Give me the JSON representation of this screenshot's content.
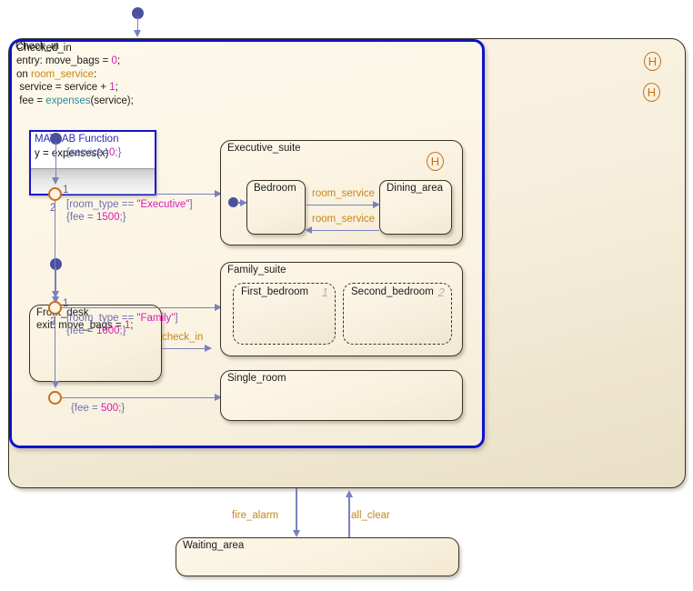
{
  "diagram": {
    "type": "stateflow-chart",
    "title": "Check_in",
    "colors": {
      "state_fill": "#faf2e0",
      "state_border": "#3a3228",
      "subchart_border": "#0b13cf",
      "transition_line": "#7b80bc",
      "event_text": "#c8861a",
      "literal_text": "#d918b8",
      "function_text": "#2f8a99",
      "junction": "#c8701a",
      "default_dot": "#4a4f9e",
      "canvas": "#ffffff"
    }
  },
  "check_in": {
    "name": "Check_in",
    "history_icon": "H"
  },
  "matlab_function": {
    "title": "MATLAB Function",
    "signature": "y = expenses(x)",
    "icon": "matlab-function-icon"
  },
  "front_desk": {
    "name": "Front_desk",
    "action": "exit: move_bags = 1;"
  },
  "checked_in": {
    "name": "Checked_in",
    "history_icon": "H",
    "actions": [
      {
        "text": "entry: move_bags = ",
        "value": "0",
        "tail": ";"
      },
      {
        "text": "on ",
        "event": "room_service",
        "tail": ":"
      },
      {
        "text": "  service = service + ",
        "value": "1",
        "tail": ";"
      },
      {
        "text": "  fee = ",
        "fn": "expenses",
        "tail": "(service);"
      }
    ],
    "entry_action_label": "entry: move_bags = 0;",
    "on_event_label": "on room_service:",
    "service_label": " service = service + 1;",
    "fee_label": " fee = expenses(service);"
  },
  "junctions": {
    "default_action": "{service=0;}",
    "j1": {
      "out1": "1",
      "out2": "2",
      "condition": "[room_type == \"Executive\"]",
      "action": "{fee = 1500;}",
      "cond_prefix": "[room_type == ",
      "cond_value": "\"Executive\"",
      "cond_suffix": "]",
      "fee_prefix": "{fee = ",
      "fee_value": "1500",
      "fee_suffix": ";}"
    },
    "j2": {
      "out1": "1",
      "out2": "2",
      "condition": "[room_type == \"Family\"]",
      "action": "{fee = 1000;}",
      "cond_prefix": "[room_type == ",
      "cond_value": "\"Family\"",
      "cond_suffix": "]",
      "fee_prefix": "{fee = ",
      "fee_value": "1000",
      "fee_suffix": ";}"
    },
    "j3": {
      "action": "{fee = 500;}",
      "fee_prefix": "{fee = ",
      "fee_value": "500",
      "fee_suffix": ";}"
    }
  },
  "executive_suite": {
    "name": "Executive_suite",
    "history_icon": "H",
    "bedroom": "Bedroom",
    "dining_area": "Dining_area",
    "transition_to_dining": "room_service",
    "transition_to_bedroom": "room_service"
  },
  "family_suite": {
    "name": "Family_suite",
    "first_bedroom": {
      "name": "First_bedroom",
      "order": "1"
    },
    "second_bedroom": {
      "name": "Second_bedroom",
      "order": "2"
    }
  },
  "single_room": {
    "name": "Single_room"
  },
  "waiting_area": {
    "name": "Waiting_area"
  },
  "transitions": {
    "check_in": "check_in",
    "fire_alarm": "fire_alarm",
    "all_clear": "all_clear"
  }
}
